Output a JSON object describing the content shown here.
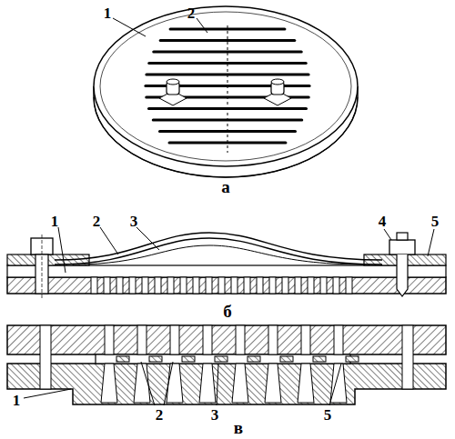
{
  "diagram": {
    "labels": [
      "1",
      "2",
      "а",
      "1",
      "2",
      "3",
      "4",
      "5",
      "б",
      "1",
      "2",
      "3",
      "5",
      "в"
    ]
  }
}
